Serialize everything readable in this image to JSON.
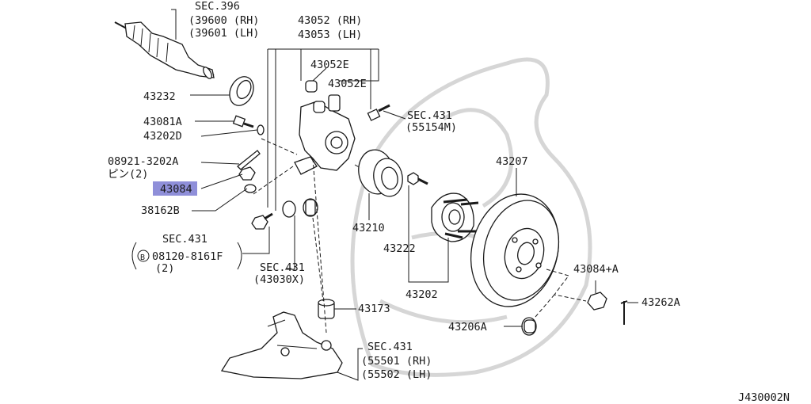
{
  "diagram": {
    "code": "J430002N",
    "highlight_color": "#8f8fd9",
    "callouts": {
      "sec396": "SEC.396",
      "rh39600": "(39600 (RH)",
      "lh39601": "(39601 (LH)",
      "p43052rh": "43052 (RH)",
      "p43053lh": "43053 (LH)",
      "p43052e_a": "43052E",
      "p43052e_b": "43052E",
      "p43232": "43232",
      "p43081a": "43081A",
      "p43202d": "43202D",
      "p08921": "08921-3202A",
      "pin2": "ピン(2)",
      "p43084_sel": "43084",
      "p38162b": "38162B",
      "sec431_a": "SEC.431",
      "b_mark": "B",
      "p08120": "08120-8161F",
      "qty2": "(2)",
      "sec431_b": "SEC.431",
      "p43030x": "(43030X)",
      "sec431_c": "SEC.431",
      "p55154m": "(55154M)",
      "p43207": "43207",
      "p43210": "43210",
      "p43222": "43222",
      "p43202": "43202",
      "p43084a": "43084+A",
      "p43262a": "43262A",
      "p43206a": "43206A",
      "p43173": "43173",
      "sec431_d": "SEC.431",
      "p55501": "(55501 (RH)",
      "p55502": "(55502 (LH)"
    }
  }
}
